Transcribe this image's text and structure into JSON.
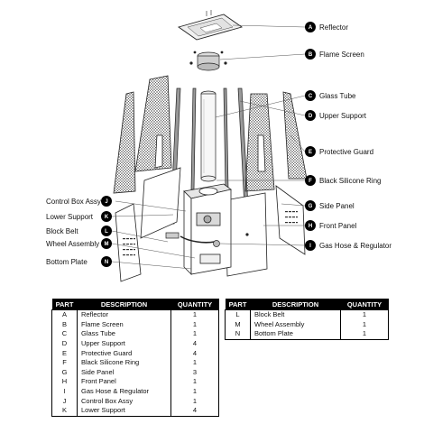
{
  "callouts": [
    {
      "letter": "A",
      "name": "Reflector"
    },
    {
      "letter": "B",
      "name": "Flame Screen"
    },
    {
      "letter": "C",
      "name": "Glass Tube"
    },
    {
      "letter": "D",
      "name": "Upper Support"
    },
    {
      "letter": "E",
      "name": "Protective Guard"
    },
    {
      "letter": "F",
      "name": "Black Silicone Ring"
    },
    {
      "letter": "G",
      "name": "Side Panel"
    },
    {
      "letter": "H",
      "name": "Front Panel"
    },
    {
      "letter": "I",
      "name": "Gas Hose & Regulator"
    },
    {
      "letter": "J",
      "name": "Control Box Assy"
    },
    {
      "letter": "K",
      "name": "Lower Support"
    },
    {
      "letter": "L",
      "name": "Block Belt"
    },
    {
      "letter": "M",
      "name": "Wheel Assembly"
    },
    {
      "letter": "N",
      "name": "Bottom Plate"
    }
  ],
  "table": {
    "headers": {
      "part": "PART",
      "description": "DESCRIPTION",
      "quantity": "QUANTITY"
    },
    "left_rows": [
      {
        "part": "A",
        "description": "Reflector",
        "quantity": "1"
      },
      {
        "part": "B",
        "description": "Flame Screen",
        "quantity": "1"
      },
      {
        "part": "C",
        "description": "Glass Tube",
        "quantity": "1"
      },
      {
        "part": "D",
        "description": "Upper Support",
        "quantity": "4"
      },
      {
        "part": "E",
        "description": "Protective Guard",
        "quantity": "4"
      },
      {
        "part": "F",
        "description": "Black Silicone Ring",
        "quantity": "1"
      },
      {
        "part": "G",
        "description": "Side Panel",
        "quantity": "3"
      },
      {
        "part": "H",
        "description": "Front Panel",
        "quantity": "1"
      },
      {
        "part": "I",
        "description": "Gas Hose & Regulator",
        "quantity": "1"
      },
      {
        "part": "J",
        "description": "Control Box Assy",
        "quantity": "1"
      },
      {
        "part": "K",
        "description": "Lower Support",
        "quantity": "4"
      }
    ],
    "right_rows": [
      {
        "part": "L",
        "description": "Block Belt",
        "quantity": "1"
      },
      {
        "part": "M",
        "description": "Wheel Assembly",
        "quantity": "1"
      },
      {
        "part": "N",
        "description": "Bottom Plate",
        "quantity": "1"
      }
    ]
  }
}
